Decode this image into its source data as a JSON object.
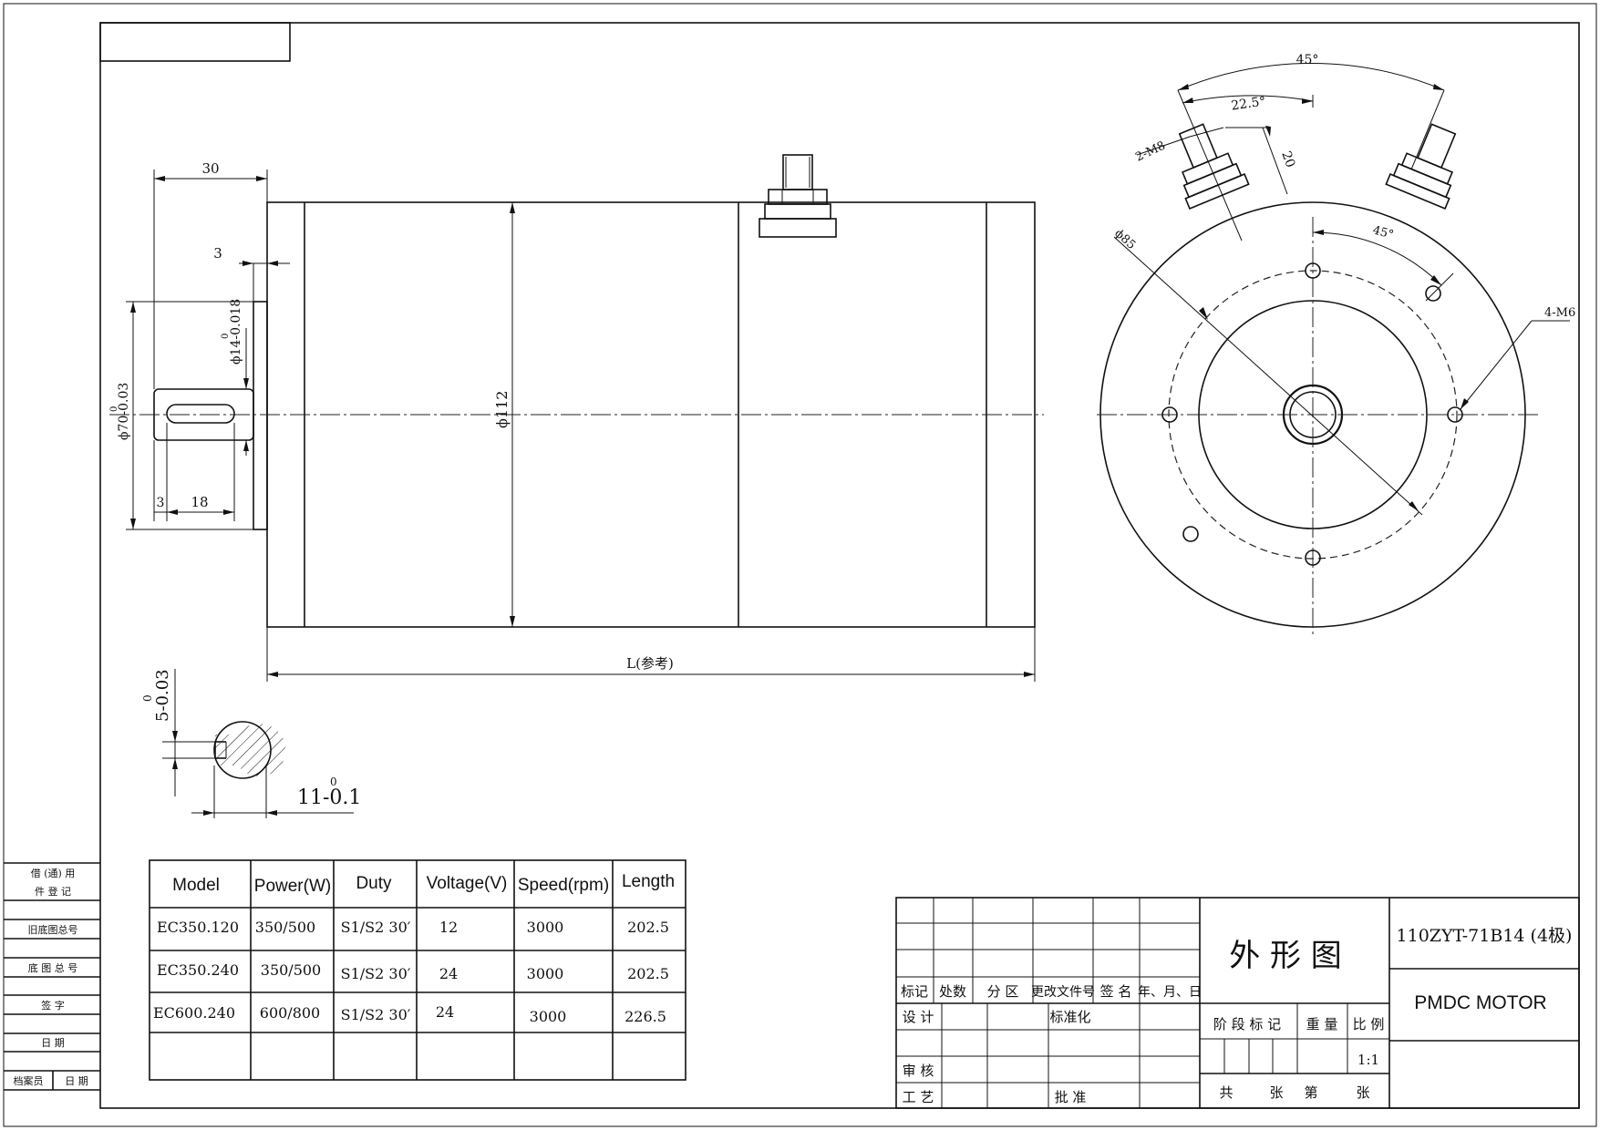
{
  "dimensions": {
    "shaft_length": "30",
    "shoulder": "3",
    "shaft_dia": "ϕ14-0.018",
    "shaft_dia_up": "0",
    "pilot_dia": "ϕ70-0.03",
    "pilot_dia_up": "0",
    "key_offset": "3",
    "key_length": "18",
    "body_dia": "ϕ112",
    "overall_length": "L(参考)",
    "angle_45_top": "45°",
    "angle_22_5": "22.5°",
    "terminal_spec": "2-M8",
    "terminal_height": "20",
    "bolt_circle": "ϕ85",
    "angle_45_inner": "45°",
    "bolt_spec": "4-M6",
    "key_width": "5-0.03",
    "key_width_up": "0",
    "key_depth": "11-0.1",
    "key_depth_up": "0"
  },
  "spec_table": {
    "headers": [
      "Model",
      "Power(W)",
      "Duty",
      "Voltage(V)",
      "Speed(rpm)",
      "Length"
    ],
    "rows": [
      [
        "EC350.120",
        "350/500",
        "S1/S2 30′",
        "12",
        "3000",
        "202.5"
      ],
      [
        "EC350.240",
        "350/500",
        "S1/S2 30′",
        "24",
        "3000",
        "202.5"
      ],
      [
        "EC600.240",
        "600/800",
        "S1/S2 30′",
        "24",
        "3000",
        "226.5"
      ]
    ]
  },
  "side_panel": {
    "item1_a": "借 (通) 用",
    "item1_b": "件 登 记",
    "item2": "旧底图总号",
    "item3": "底 图 总 号",
    "item4": "签    字",
    "item5": "日    期",
    "item6_a": "档案员",
    "item6_b": "日  期"
  },
  "title_block": {
    "rev_headers": [
      "标记",
      "处数",
      "分 区",
      "更改文件号",
      "签 名",
      "年、月、日"
    ],
    "design": "设 计",
    "standardize": "标准化",
    "review": "审 核",
    "process": "工 艺",
    "approve": "批 准",
    "drawing_title": "外 形 图",
    "stage_mark": "阶 段 标 记",
    "weight": "重 量",
    "scale_label": "比 例",
    "scale": "1:1",
    "sheets": [
      "共",
      "张",
      "第",
      "张"
    ],
    "drawing_number": "110ZYT-71B14 (4极)",
    "product": "PMDC MOTOR"
  }
}
